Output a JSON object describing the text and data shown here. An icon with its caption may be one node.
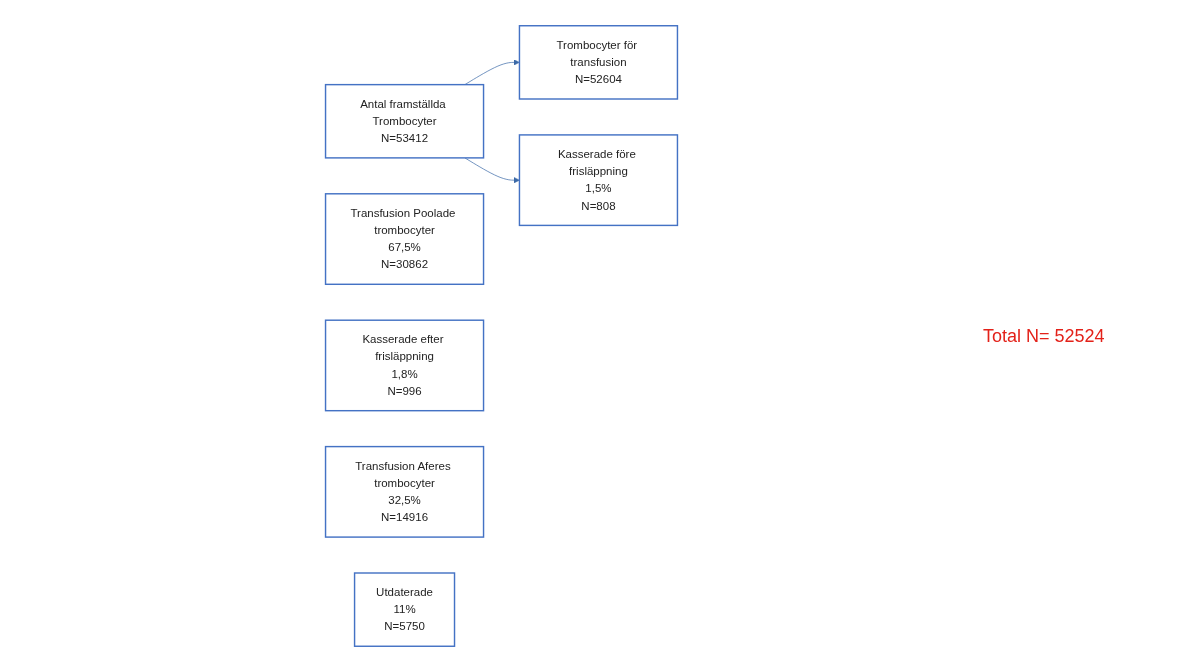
{
  "diagram": {
    "nodes": [
      {
        "text": [
          "Antal framställda Trombocyter",
          "N=53412"
        ]
      },
      {
        "text": [
          "Trombocyter för transfusion",
          "N=52604"
        ]
      },
      {
        "text": [
          "Kasserade före frisläppning",
          "1,5%",
          "N=808"
        ]
      },
      {
        "text": [
          "Transfusion Poolade trombocyter",
          "67,5%",
          "N=30862"
        ]
      },
      {
        "text": [
          "Kasserade efter frisläppning",
          "1,8%",
          "N=996"
        ]
      },
      {
        "text": [
          "Transfusion Aferes trombocyter",
          "32,5%",
          "N=14916"
        ]
      },
      {
        "text": [
          "Utdaterade",
          "11%",
          "N=5750"
        ]
      }
    ],
    "edges": [
      {
        "from": 0,
        "to": 1,
        "arrow": "to"
      },
      {
        "from": 0,
        "to": 2,
        "arrow": "to"
      }
    ],
    "labels": [
      "Total N= 52524"
    ]
  }
}
